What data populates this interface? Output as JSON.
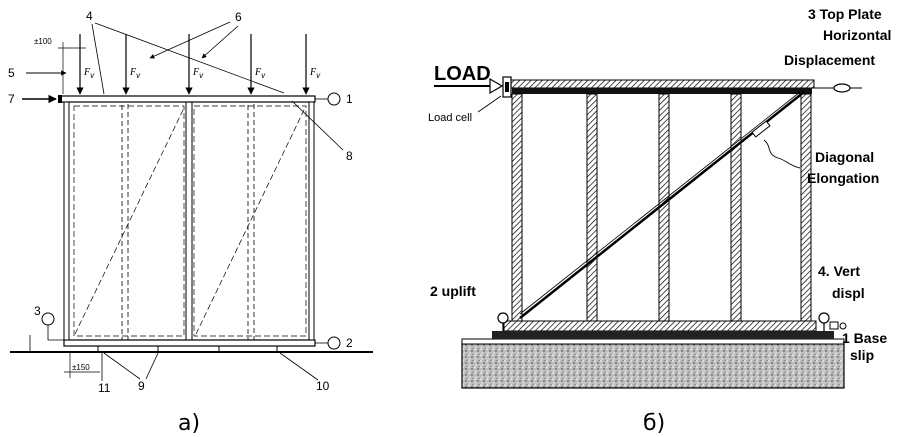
{
  "diagram_a": {
    "caption": "а)",
    "callouts": {
      "n1": "1",
      "n2": "2",
      "n3": "3",
      "n4": "4",
      "n5": "5",
      "n6": "6",
      "n7": "7",
      "n8": "8",
      "n9": "9",
      "n10": "10",
      "n11": "11"
    },
    "dim_top": "±100",
    "dim_bottom": "±150",
    "force_label": "F",
    "force_sub": "v"
  },
  "diagram_b": {
    "caption": "б)",
    "load": "LOAD",
    "load_cell": "Load cell",
    "top_plate": [
      "3 Top Plate",
      "Horizontal",
      "Displacement"
    ],
    "diagonal": [
      "Diagonal",
      "Elongation"
    ],
    "uplift": "2 uplift",
    "vert": [
      "4. Vert",
      "displ"
    ],
    "base": [
      "1 Base",
      "slip"
    ]
  }
}
